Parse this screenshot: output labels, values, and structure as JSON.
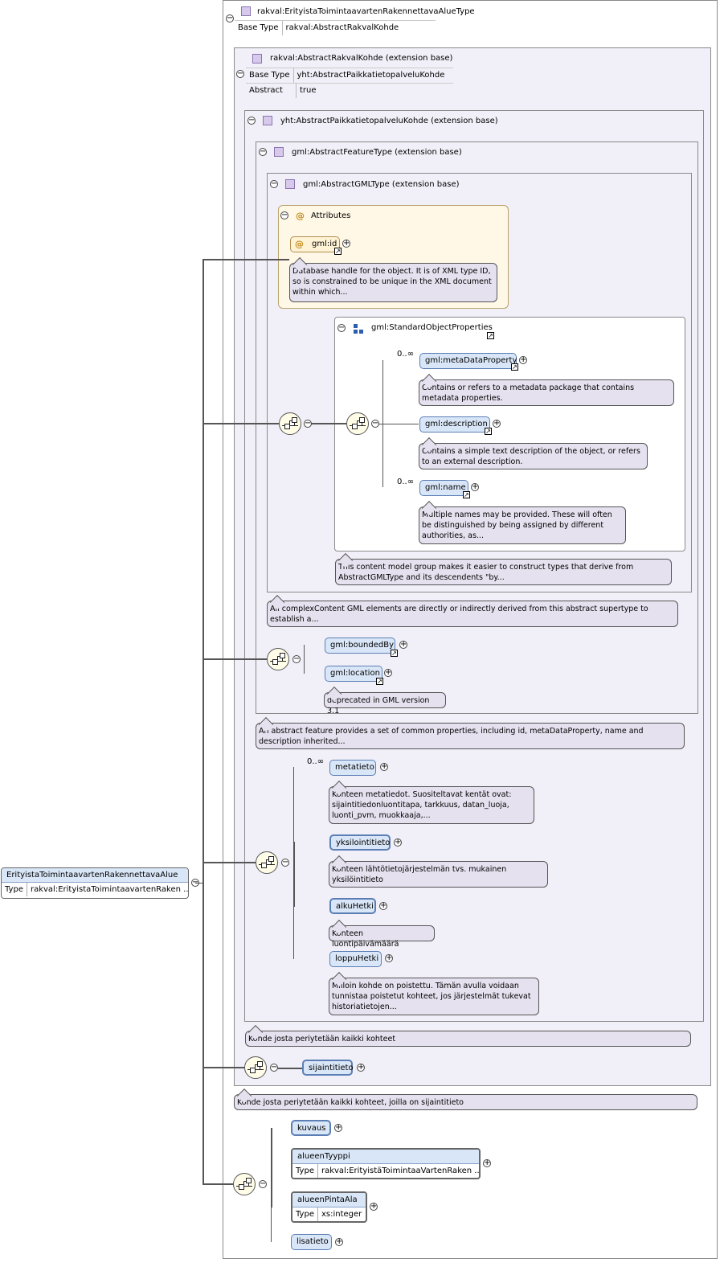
{
  "root": {
    "name": "ErityistaToimintaavartenRakennettavaAlue",
    "type_label": "Type",
    "type_value": "rakval:ErityistaToimintaavartenRaken ..."
  },
  "top_type": {
    "name": "rakval:ErityistaToimintaavartenRakennettavaAlueType",
    "base_type_label": "Base Type",
    "base_type_value": "rakval:AbstractRakvalKohde"
  },
  "rakval_base": {
    "name": "rakval:AbstractRakvalKohde (extension base)",
    "base_type_label": "Base Type",
    "base_type_value": "yht:AbstractPaikkatietopalveluKohde",
    "abstract_label": "Abstract",
    "abstract_value": "true"
  },
  "yht_base": {
    "name": "yht:AbstractPaikkatietopalveluKohde (extension base)"
  },
  "gml_feature": {
    "name": "gml:AbstractFeatureType (extension base)"
  },
  "gml_gmltype": {
    "name": "gml:AbstractGMLType (extension base)"
  },
  "attributes": {
    "title": "Attributes",
    "id_label": "gml:id",
    "id_note": "Database handle for the object. It is of XML type ID, so is constrained to be unique in the XML document within which..."
  },
  "standard_props": {
    "title": "gml:StandardObjectProperties",
    "items": [
      {
        "label": "gml:metaDataProperty",
        "card": "0..∞",
        "note": "Contains or refers to a metadata package that contains metadata properties."
      },
      {
        "label": "gml:description",
        "card": "",
        "note": "Contains a simple text description of the object, or refers to an external description."
      },
      {
        "label": "gml:name",
        "card": "0..∞",
        "note": "Multiple names may be provided. These will often be distinguished by being assigned by different authorities, as..."
      }
    ],
    "group_note": "This content model group makes it easier to construct types that derive from AbstractGMLType and its descendents \"by..."
  },
  "gml_gmltype_note": "All complexContent GML elements are directly or indirectly derived from this abstract supertype to establish a...",
  "feature_items": {
    "bounded": "gml:boundedBy",
    "location": "gml:location",
    "location_note": "deprecated in GML version 3.1"
  },
  "feature_note": "An abstract feature provides a set of common properties, including id, metaDataProperty, name and description inherited...",
  "yht_items": [
    {
      "label": "metatieto",
      "card": "0..∞",
      "note": "Kohteen metatiedot. Suositeltavat kentät ovat: sijaintitiedonluontitapa, tarkkuus, datan_luoja, luonti_pvm, muokkaaja,..."
    },
    {
      "label": "yksilointitieto",
      "card": "",
      "note": "Kohteen lähtötietojärjestelmän tvs. mukainen yksilöintitieto"
    },
    {
      "label": "alkuHetki",
      "card": "",
      "note": "Kohteen luontipäivämäärä"
    },
    {
      "label": "loppuHetki",
      "card": "",
      "note": "Milloin kohde on poistettu. Tämän avulla voidaan tunnistaa poistetut kohteet, jos järjestelmät tukevat historiatietojen..."
    }
  ],
  "yht_note": "Kohde josta periytetään kaikki kohteet",
  "sijaintitieto": "sijaintitieto",
  "rakval_note": "Kohde josta periytetään kaikki kohteet, joilla on sijaintitieto",
  "own_items": {
    "kuvaus": "kuvaus",
    "alueenTyyppi": "alueenTyyppi",
    "alueenTyyppi_type_label": "Type",
    "alueenTyyppi_type_value": "rakval:ErityistäToimintaaVartenRaken ...",
    "alueenPintaAla": "alueenPintaAla",
    "alueenPintaAla_type_label": "Type",
    "alueenPintaAla_type_value": "xs:integer",
    "lisatieto": "lisatieto"
  },
  "glyphs": {
    "plus": "+",
    "minus": "−",
    "ref": "↗",
    "at": "@"
  }
}
